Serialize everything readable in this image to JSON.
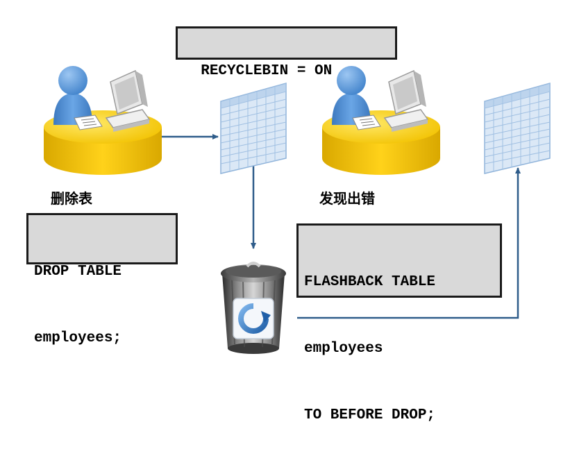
{
  "recyclebin_setting": "RECYCLEBIN = ON",
  "left_caption": "删除表",
  "right_caption": "发现出错",
  "drop_statement": [
    "DROP TABLE",
    "employees;"
  ],
  "flashback_statement": [
    "FLASHBACK TABLE",
    "employees",
    "TO BEFORE DROP;"
  ],
  "icons": {
    "left_user": "user-workstation-icon",
    "right_user": "user-workstation-icon",
    "left_table": "table-grid-icon",
    "right_table": "table-grid-icon",
    "recycle_bin": "recycle-bin-icon"
  },
  "colors": {
    "code_box_fill": "#d9d9d9",
    "arrow": "#2e5c8a",
    "desk": "#f2c200",
    "person": "#4f8fd8",
    "grid": "#cfe0f3"
  }
}
